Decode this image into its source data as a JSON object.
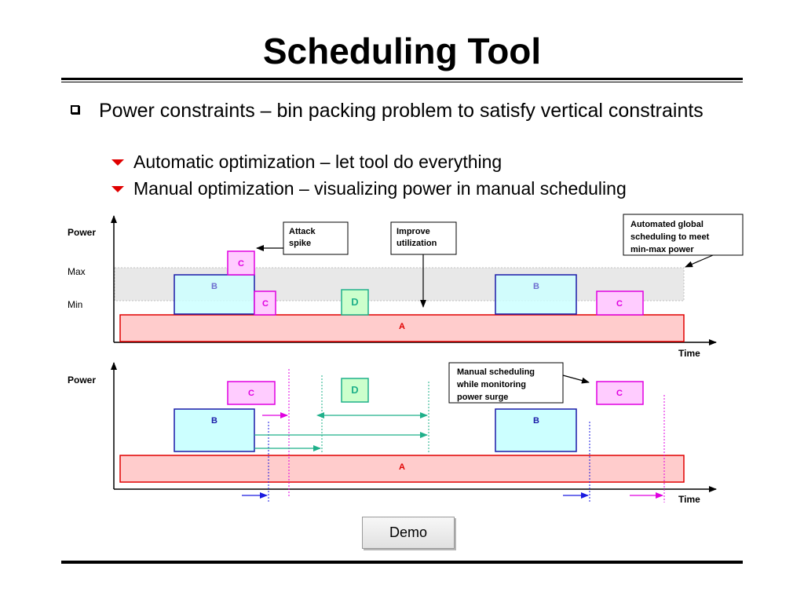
{
  "slide": {
    "title": "Scheduling Tool",
    "bullets": [
      {
        "text": "Power constraints – bin packing problem to satisfy vertical constraints",
        "sub": [
          "Automatic optimization – let tool do everything",
          "Manual optimization – visualizing power in manual scheduling"
        ]
      }
    ]
  },
  "diagram": {
    "top": {
      "y_axis_label": "Power",
      "x_axis_label": "Time",
      "max_label": "Max",
      "min_label": "Min",
      "blocks": {
        "a": "A",
        "b1": "B",
        "b2": "B",
        "c_spike": "C",
        "c_low": "C",
        "c_right": "C",
        "d": "D"
      },
      "callouts": {
        "attack": "Attack spike",
        "improve": "Improve utilization",
        "automated": "Automated global scheduling to meet min-max power"
      }
    },
    "bottom": {
      "y_axis_label": "Power",
      "x_axis_label": "Time",
      "blocks": {
        "a": "A",
        "b1": "B",
        "b2": "B",
        "c1": "C",
        "c2": "C",
        "d": "D"
      },
      "callouts": {
        "manual": "Manual scheduling while monitoring power surge"
      }
    },
    "colors": {
      "a_fill": "#ffcccc",
      "a_stroke": "#e00000",
      "b_fill": "#ccffff",
      "b_stroke": "#1a1aa8",
      "b_text": "#1a1aa8",
      "c_fill": "#ffccff",
      "c_stroke": "#e000e0",
      "d_fill": "#ccffcc",
      "d_stroke": "#1fb08a",
      "band": "#e8e8e8"
    }
  },
  "buttons": {
    "demo": "Demo"
  }
}
